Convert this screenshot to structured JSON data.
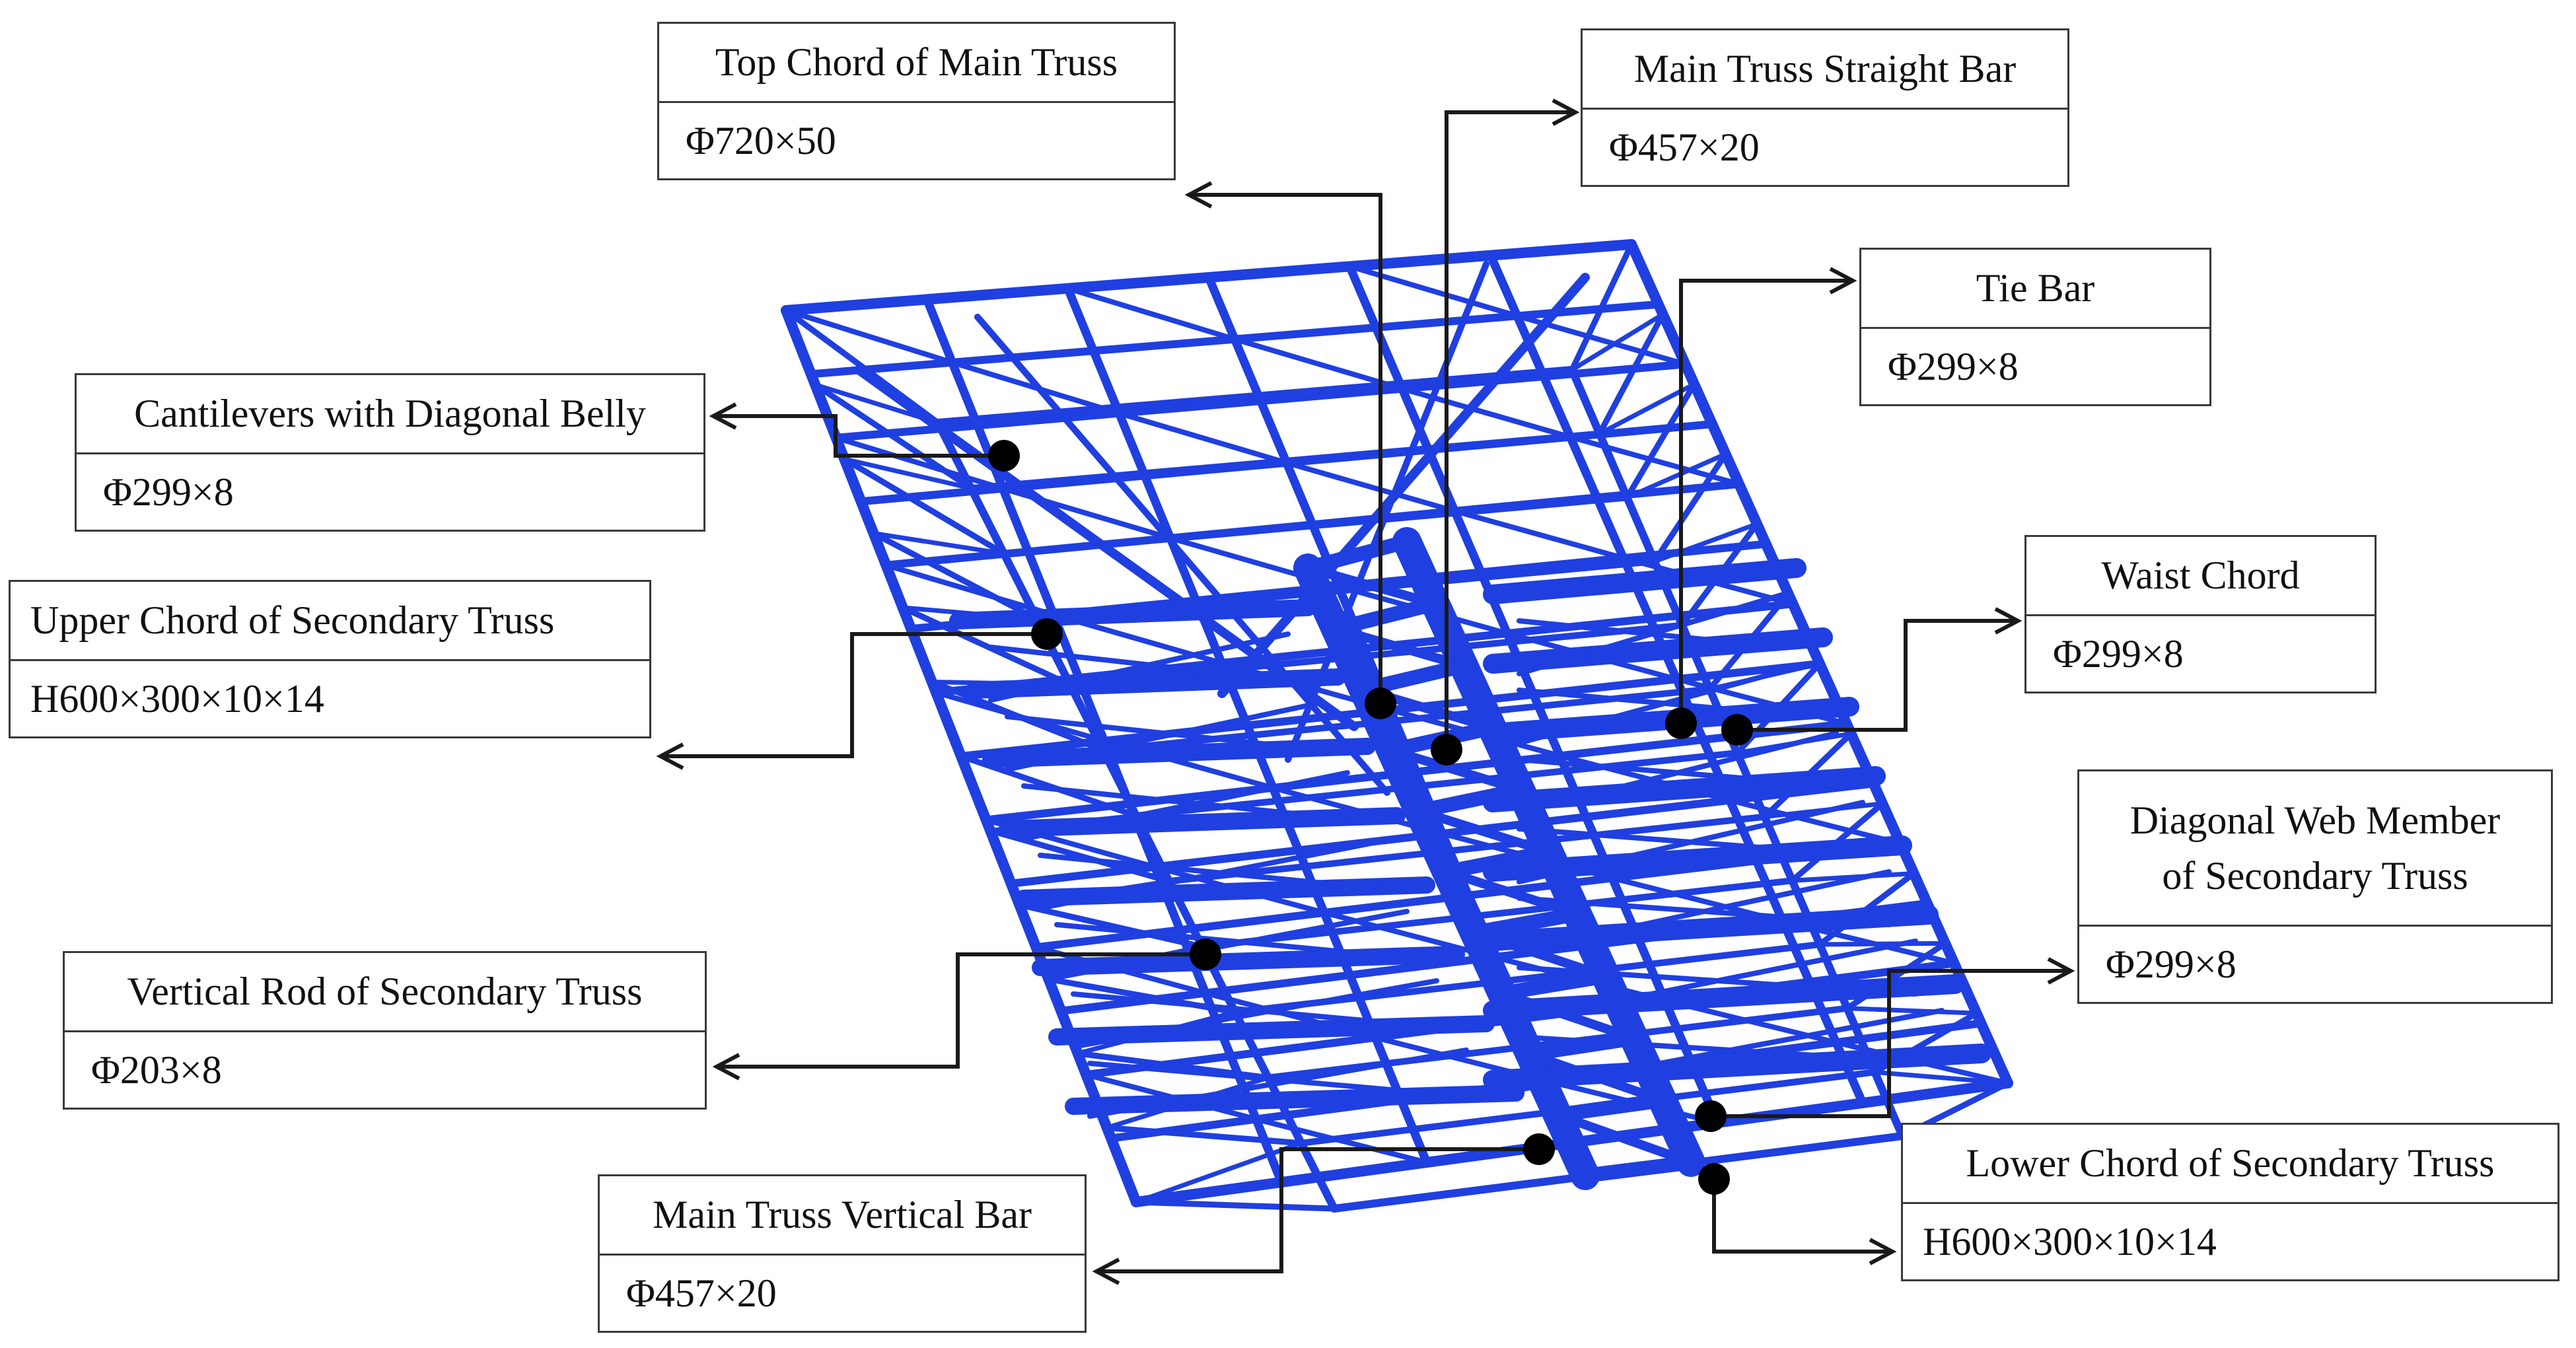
{
  "structure_color": "#1f3fe0",
  "leader_color": "#1a1a1a",
  "labels": {
    "top_chord": {
      "title": "Top Chord of Main Truss",
      "spec": "Φ720×50"
    },
    "straight_bar": {
      "title": "Main Truss Straight Bar",
      "spec": "Φ457×20"
    },
    "tie_bar": {
      "title": "Tie Bar",
      "spec": "Φ299×8"
    },
    "cantilevers": {
      "title": "Cantilevers with Diagonal Belly",
      "spec": "Φ299×8"
    },
    "waist_chord": {
      "title": "Waist Chord",
      "spec": "Φ299×8"
    },
    "upper_chord_secondary": {
      "title": "Upper Chord of Secondary Truss",
      "spec": "H600×300×10×14"
    },
    "diagonal_web": {
      "title_line1": "Diagonal Web Member",
      "title_line2": "of Secondary Truss",
      "spec": "Φ299×8"
    },
    "vertical_rod_secondary": {
      "title": "Vertical Rod of Secondary Truss",
      "spec": "Φ203×8"
    },
    "lower_chord_secondary": {
      "title": "Lower Chord of Secondary Truss",
      "spec": "H600×300×10×14"
    },
    "main_vertical_bar": {
      "title": "Main Truss Vertical Bar",
      "spec": "Φ457×20"
    }
  }
}
